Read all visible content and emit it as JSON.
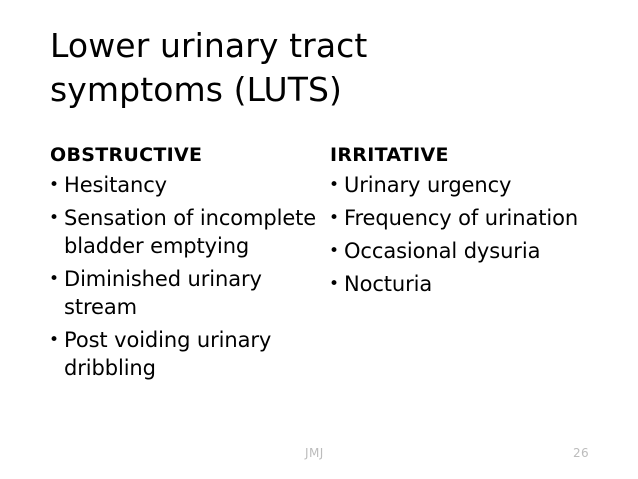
{
  "slide": {
    "title": "Lower urinary tract\nsymptoms (LUTS)",
    "columns": [
      {
        "heading": "OBSTRUCTIVE",
        "bullet_glyph": "•",
        "items": [
          "Hesitancy",
          "Sensation of incomplete bladder emptying",
          "Diminished urinary stream",
          "Post voiding urinary dribbling"
        ]
      },
      {
        "heading": "IRRITATIVE",
        "bullet_glyph": "•",
        "items": [
          "Urinary urgency",
          "Frequency of urination",
          "Occasional dysuria",
          "Nocturia"
        ]
      }
    ],
    "footer": {
      "note": "JMJ",
      "page_number": "26"
    },
    "colors": {
      "background": "#ffffff",
      "text": "#000000",
      "footer_text": "#bcbcbc"
    }
  }
}
